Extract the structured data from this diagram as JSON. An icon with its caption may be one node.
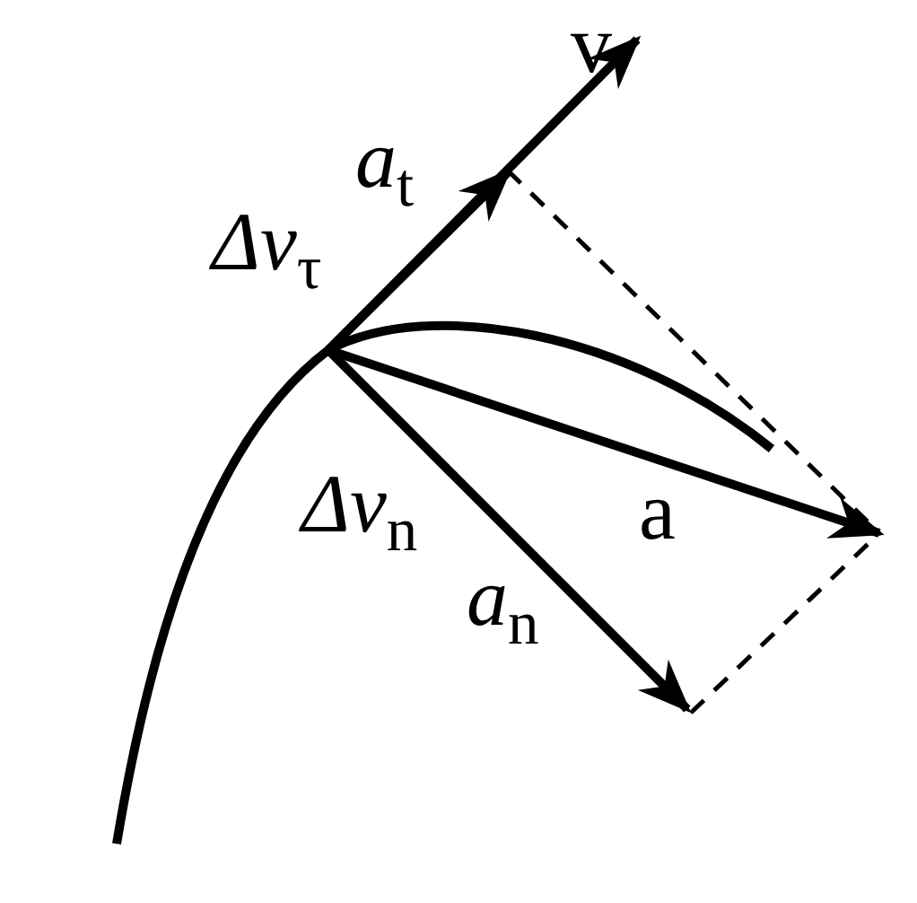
{
  "diagram": {
    "labels": [
      "v",
      "*a*$_{t}$",
      "*Δv*$_{τ}$",
      "a",
      "*Δv*$_{n}$",
      "*a*$_{n}$"
    ]
  }
}
